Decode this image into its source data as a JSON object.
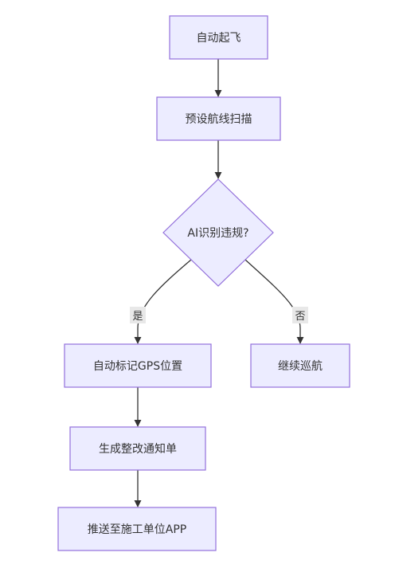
{
  "nodes": {
    "takeoff": "自动起飞",
    "scan": "预设航线扫描",
    "decision": "AI识别违规?",
    "mark": "自动标记GPS位置",
    "continue": "继续巡航",
    "notice": "生成整改通知单",
    "push": "推送至施工单位APP"
  },
  "edges": {
    "yes": "是",
    "no": "否"
  },
  "colors": {
    "node_fill": "#ECECFF",
    "node_stroke": "#9370DB",
    "edge": "#333333",
    "label_bg": "#E8E8E8"
  }
}
